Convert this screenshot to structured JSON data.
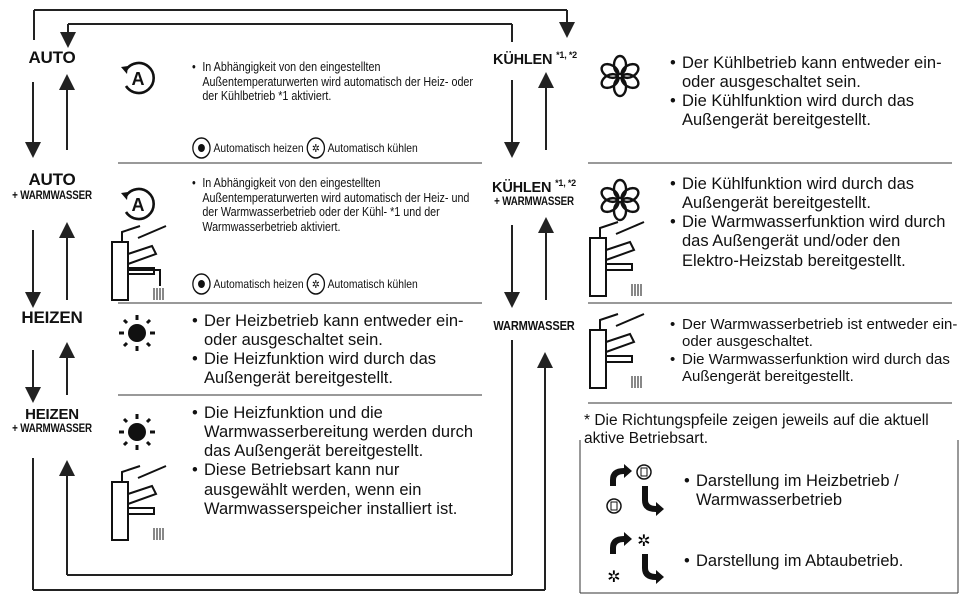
{
  "modes": {
    "auto": {
      "line1": "AUTO",
      "line2": ""
    },
    "auto_ww": {
      "line1": "AUTO",
      "line2": "+ WARMWASSER"
    },
    "heizen": {
      "line1": "HEIZEN",
      "line2": ""
    },
    "heizen_ww": {
      "line1": "HEIZEN",
      "line2": "+ WARMWASSER"
    },
    "kuehlen": {
      "line1": "KÜHLEN",
      "sup": "*1, *2",
      "line2": ""
    },
    "kuehlen_ww": {
      "line1": "KÜHLEN",
      "sup": "*1, *2",
      "line2": "+ WARMWASSER"
    },
    "warmwasser": {
      "line1": "WARMWASSER",
      "line2": ""
    }
  },
  "descriptions": {
    "auto": [
      "In Abhängigkeit von den eingestellten Außentemperaturwerten wird automatisch der Heiz- oder der Kühlbetrieb *1 aktiviert."
    ],
    "auto_ww": [
      "In Abhängigkeit von den eingestellten Außentemperaturwerten wird automatisch der Heiz- und der Warmwasserbetrieb oder der Kühl- *1 und der Warmwasserbetrieb aktiviert."
    ],
    "heizen": [
      "Der Heizbetrieb kann entweder ein- oder ausgeschaltet sein.",
      "Die Heizfunktion wird durch das Außengerät bereitgestellt."
    ],
    "heizen_ww": [
      "Die Heizfunktion und die Warmwasserbereitung werden durch das Außengerät bereitgestellt.",
      "Diese Betriebsart kann nur ausgewählt werden, wenn ein Warmwasserspeicher installiert ist."
    ],
    "kuehlen": [
      "Der Kühlbetrieb kann entweder ein- oder ausgeschaltet sein.",
      "Die Kühlfunktion wird durch das Außengerät bereitgestellt."
    ],
    "kuehlen_ww": [
      "Die Kühlfunktion wird durch das Außengerät bereitgestellt.",
      "Die Warmwasserfunktion wird durch das Außengerät und/oder den Elektro-Heizstab bereitgestellt."
    ],
    "warmwasser": [
      "Der Warmwasserbetrieb ist entweder ein- oder ausgeschaltet.",
      "Die Warmwasserfunktion wird durch das Außengerät bereitgestellt."
    ]
  },
  "legend": {
    "heat": "Automatisch heizen",
    "cool": "Automatisch kühlen"
  },
  "note": "* Die Richtungspfeile zeigen jeweils auf die aktuell aktive Betriebsart.",
  "display": {
    "heat_ww": "Darstellung im Heizbetrieb / Warmwasserbetrieb",
    "defrost": "Darstellung im Abtaubetrieb."
  },
  "icons": [
    "auto-icon",
    "sun-icon",
    "snowflake-icon",
    "faucet-icon",
    "rotate-arrow-icon"
  ]
}
